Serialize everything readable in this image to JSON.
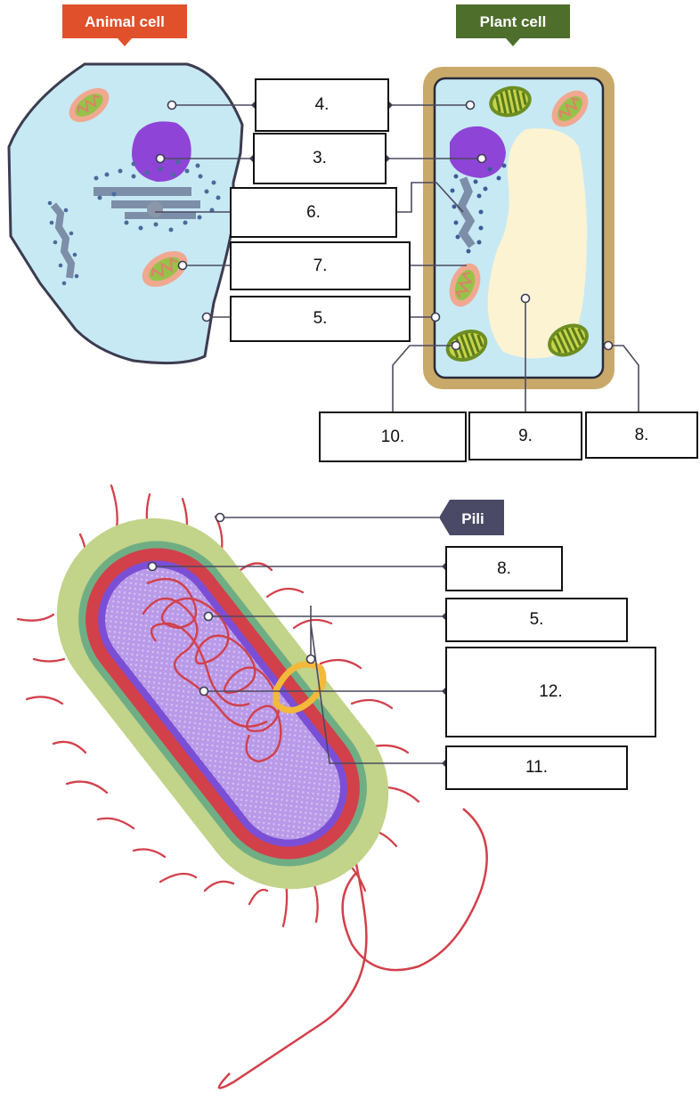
{
  "titles": {
    "animal": "Animal cell",
    "plant": "Plant cell",
    "pili": "Pili"
  },
  "boxes": {
    "b4": "4.",
    "b3": "3.",
    "b6": "6.",
    "b7": "7.",
    "b5": "5.",
    "b10": "10.",
    "b9": "9.",
    "b8": "8.",
    "bact8": "8.",
    "bact5": "5.",
    "bact12": "12.",
    "bact11": "11."
  },
  "colors": {
    "animal_tag": "#e0502a",
    "plant_tag": "#4e6e2c",
    "pili_tag": "#4a4a66",
    "cytoplasm": "#c7e9f4",
    "nucleus": "#8e44d6",
    "cell_wall": "#c9a96a",
    "vacuole": "#fbf3d2",
    "capsule": "#c2d38a",
    "membrane_red": "#d2404a"
  }
}
